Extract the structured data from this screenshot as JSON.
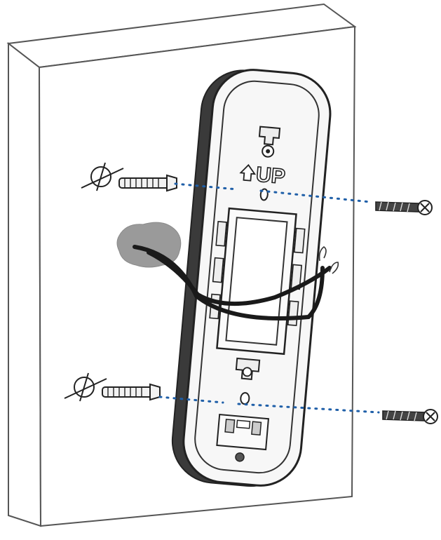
{
  "diagram": {
    "type": "installation-illustration",
    "direction_label": "UP",
    "colors": {
      "line": "#2a2a2a",
      "guide_dots": "#1f5fa8",
      "fill_light": "#f4f4f4",
      "fill_shadow": "#9a9a9a"
    },
    "icons": [
      "wall-panel",
      "mounting-bracket",
      "wall-anchor",
      "screw",
      "drill-hole-symbol",
      "wall-hole",
      "wire"
    ]
  }
}
